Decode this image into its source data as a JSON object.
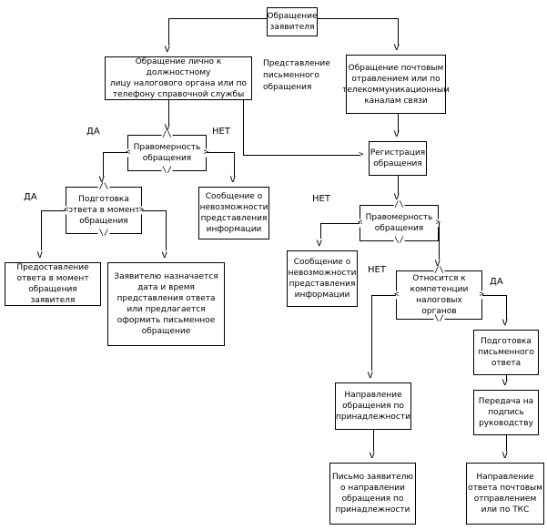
{
  "notation": {
    "diamond_top": "/\\",
    "diamond_bottom": "\\/",
    "diamond_left": "<",
    "diamond_right": ">",
    "arrow_down": "V",
    "arrow_right": ">"
  },
  "labels": {
    "yes": "ДА",
    "no": "НЕТ"
  },
  "nodes": {
    "applicant_appeal": "Обращение\nзаявителя",
    "in_person": "Обращение лично к должностному\nлицу налогового органа или по\nтелефону справочной службы",
    "written_submission": "Представление\nписьменного\nобращения",
    "by_mail": "Обращение почтовым\nотравлением или по\nтелекоммуникационным\nканалам связи",
    "legality_1": "Правомерность\nобращения",
    "prepare_immediate": "Подготовка\nответа в момент\nобращения",
    "impossible_info_1": "Сообщение о\nневозможности\nпредставления\nинформации",
    "answer_immediate": "Предоставление\nответа в момент\nобращения заявителя",
    "appointment": "Заявителю назначается\nдата и время\nпредставления ответа\nили предлагается\nоформить письменное\nобращение",
    "registration": "Регистрация\nобращения",
    "legality_2": "Правомерность\nобращения",
    "impossible_info_2": "Сообщение о\nневозможности\nпредставления\nинформации",
    "competence": "Относится к\nкомпетенции\nналоговых органов",
    "prepare_written": "Подготовка\nписьменного\nответа",
    "sign_management": "Передача на\nподпись\nруководству",
    "send_answer": "Направление\nответа почтовым\nотправлением\nили по ТКС",
    "forward_appeal": "Направление\nобращения по\nпринадлежности",
    "letter_applicant": "Письмо заявителю\nо направлении\nобращения по\nпринадлежности"
  }
}
